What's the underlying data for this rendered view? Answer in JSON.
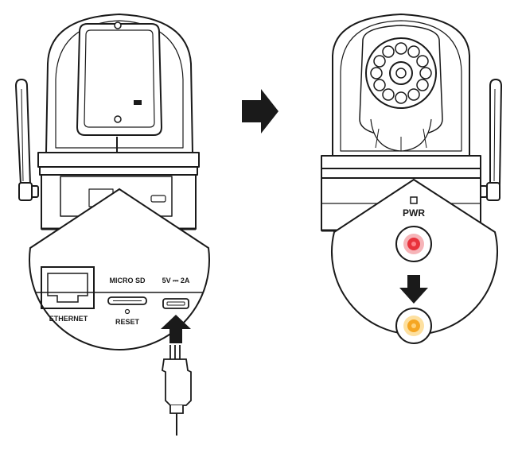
{
  "labels": {
    "ethernet": "ETHERNET",
    "micro_sd": "MICRO SD",
    "reset": "RESET",
    "power_input": "5V ⎓ 2A",
    "pwr": "PWR"
  },
  "colors": {
    "line": "#1a1a1a",
    "led_initial": "#e8323c",
    "led_final": "#f5a623"
  },
  "icons": {
    "step_arrow": "right-arrow-icon",
    "plug_arrow": "up-arrow-icon",
    "led_arrow": "down-arrow-icon"
  }
}
